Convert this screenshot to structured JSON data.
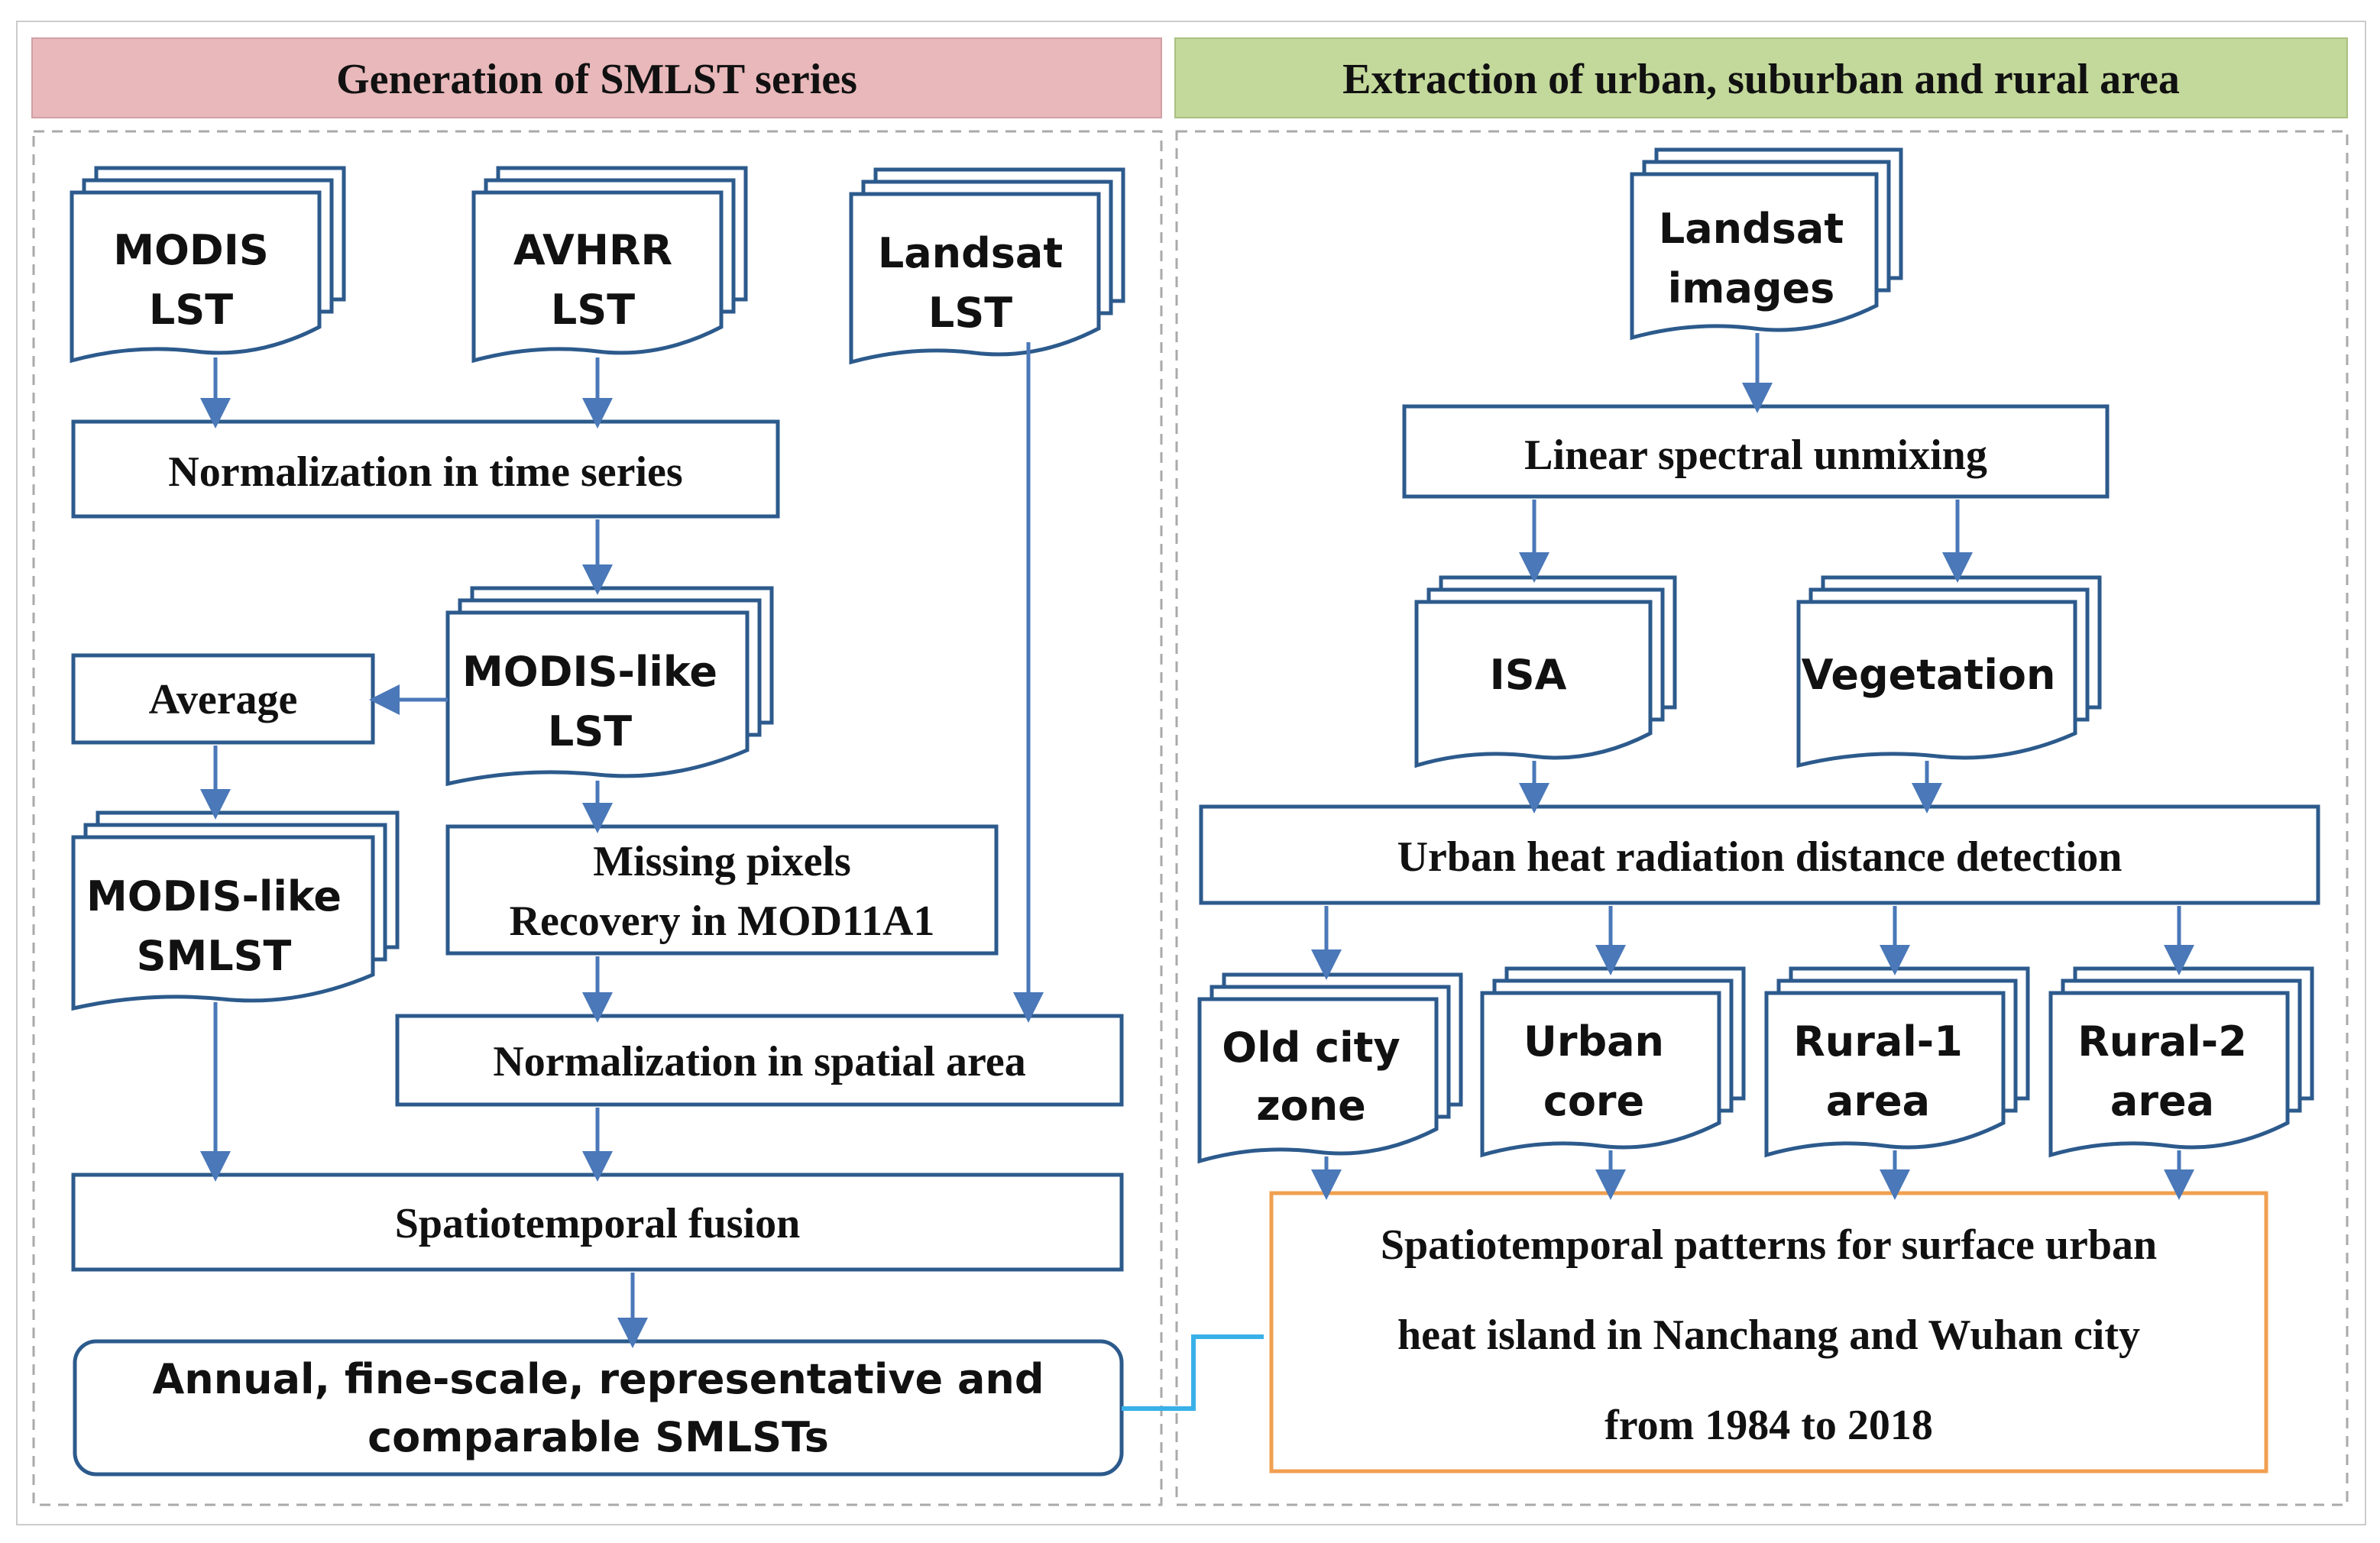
{
  "colors": {
    "left_header_bg": "#e8b8bb",
    "right_header_bg": "#c3d89b",
    "box_border": "#2c5a8c",
    "arrow": "#4a78b8",
    "result_border": "#f0a050",
    "connector": "#3ab0e8",
    "dashed_border": "#aaaaaa"
  },
  "headers": {
    "left": "Generation of SMLST series",
    "right": "Extraction of urban, suburban and rural area"
  },
  "left": {
    "modis_lst": [
      "MODIS",
      "LST"
    ],
    "avhrr_lst": [
      "AVHRR",
      "LST"
    ],
    "landsat_lst": [
      "Landsat",
      "LST"
    ],
    "normalization_time": "Normalization in time series",
    "modis_like_lst": [
      "MODIS-like",
      "LST"
    ],
    "average": "Average",
    "modis_like_smlst": [
      "MODIS-like",
      "SMLST"
    ],
    "missing_pixels": [
      "Missing pixels",
      "Recovery in MOD11A1"
    ],
    "normalization_spatial": "Normalization in spatial area",
    "spatiotemporal_fusion": "Spatiotemporal fusion",
    "annual_smlsts": [
      "Annual, fine-scale, representative and",
      "comparable SMLSTs"
    ]
  },
  "right": {
    "landsat_images": [
      "Landsat",
      "images"
    ],
    "linear_unmixing": "Linear spectral unmixing",
    "isa": "ISA",
    "vegetation": "Vegetation",
    "heat_radiation": "Urban heat radiation distance detection",
    "old_city": [
      "Old city",
      "zone"
    ],
    "urban_core": [
      "Urban",
      "core"
    ],
    "rural1": [
      "Rural-1",
      "area"
    ],
    "rural2": [
      "Rural-2",
      "area"
    ],
    "result": [
      "Spatiotemporal patterns for surface urban",
      "heat island in Nanchang and Wuhan city",
      "from 1984 to 2018"
    ]
  }
}
